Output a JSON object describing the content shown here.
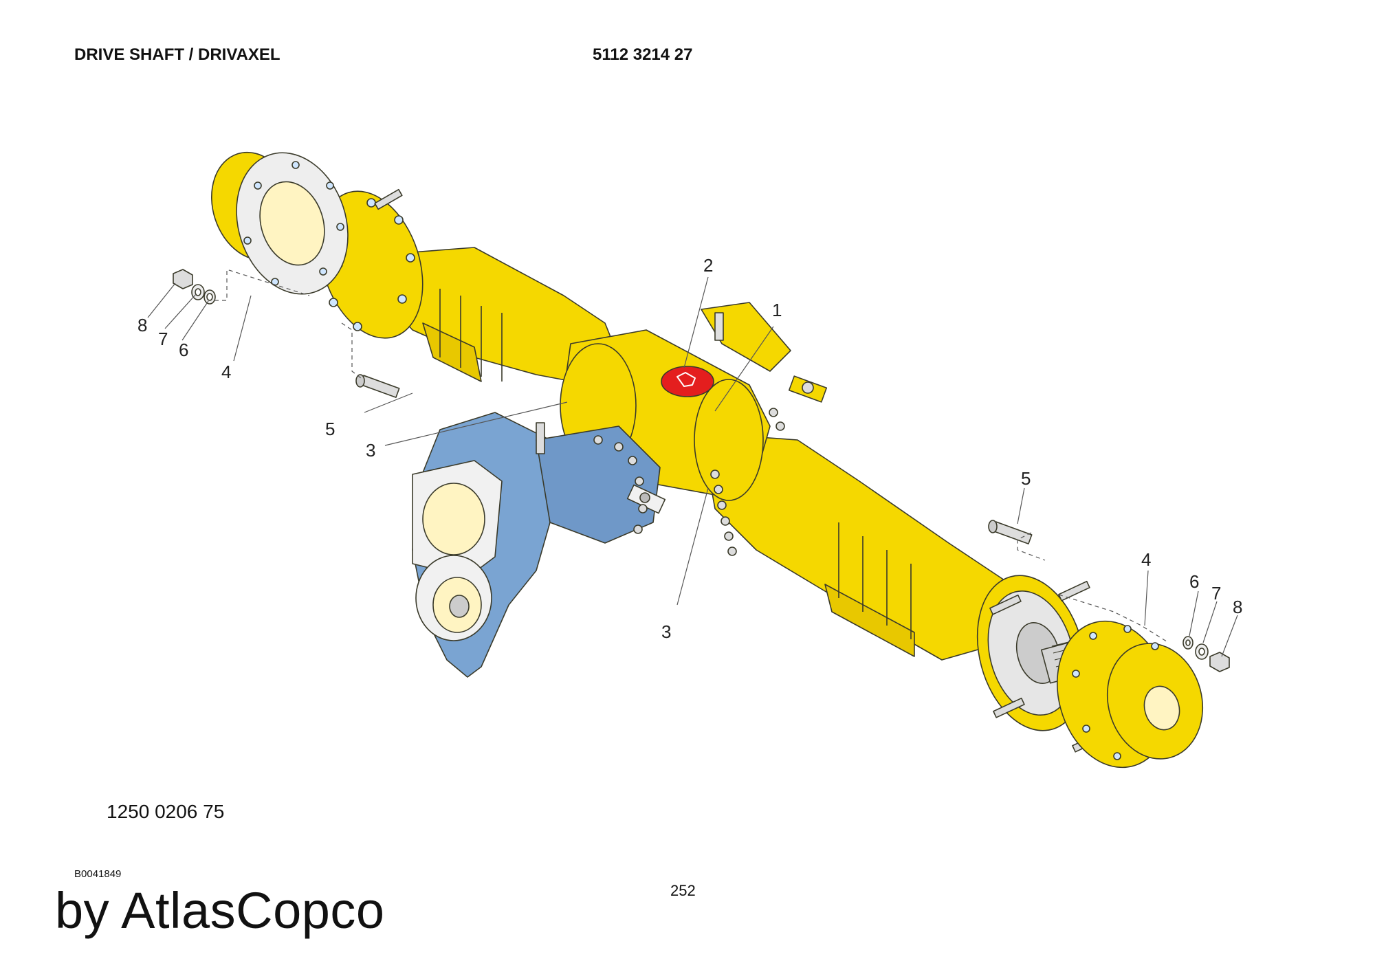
{
  "header": {
    "title": "DRIVE SHAFT / DRIVAXEL",
    "reference": "5112 3214 27"
  },
  "assembly_part_number": "1250 0206 75",
  "document_id": "B0041849",
  "page_number": "252",
  "brand_text": "by AtlasCopco",
  "colors": {
    "axle_housing": "#f5d800",
    "gearbox": "#7aa4d2",
    "center_plug": "#e41e1e",
    "outline": "#3a3a2a"
  },
  "callouts": [
    "1",
    "2",
    "3",
    "3",
    "4",
    "4",
    "5",
    "5",
    "6",
    "6",
    "7",
    "7",
    "8",
    "8"
  ]
}
